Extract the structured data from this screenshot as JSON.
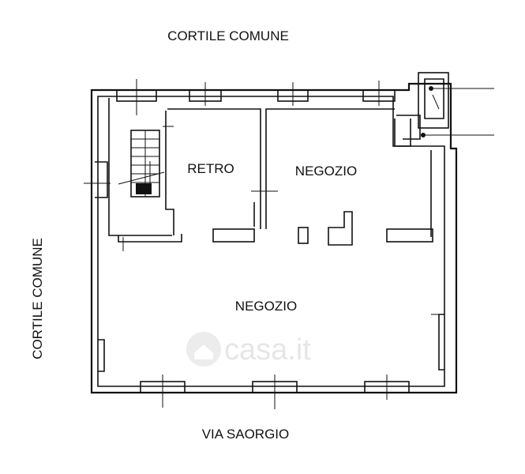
{
  "labels": {
    "top_courtyard": "CORTILE COMUNE",
    "left_courtyard": "CORTILE COMUNE",
    "street": "VIA SAORGIO",
    "room_back": "RETRO",
    "room_shop_upper": "NEGOZIO",
    "room_shop_lower": "NEGOZIO"
  },
  "watermark": {
    "text": "casa.it"
  },
  "colors": {
    "line": "#111111",
    "watermark": "#e6e6e6"
  }
}
